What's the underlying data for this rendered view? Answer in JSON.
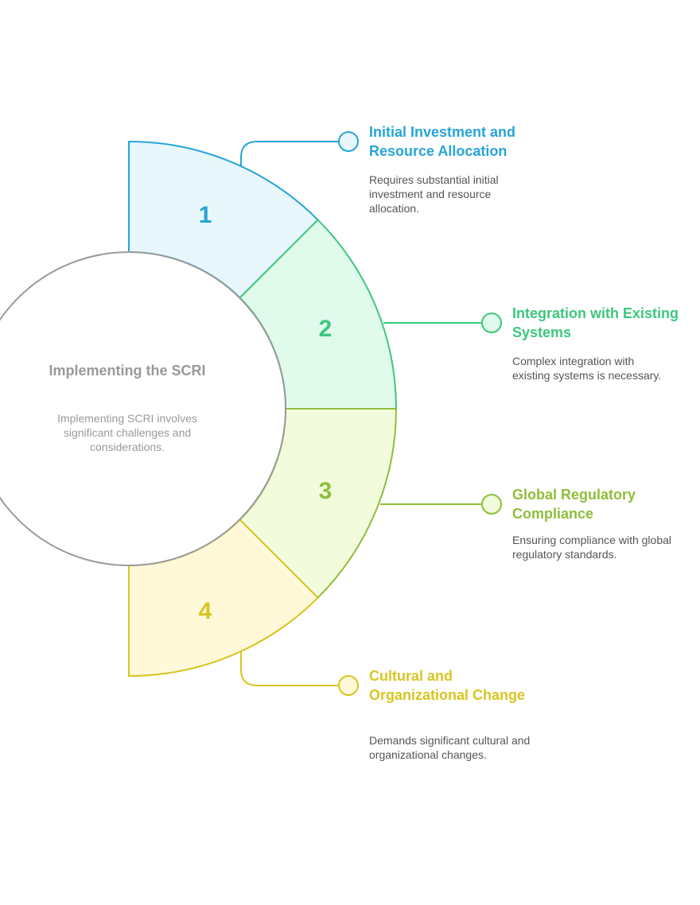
{
  "colors": {
    "step1": "#26a5d8",
    "step2": "#3cc77e",
    "step3": "#8fbe3a",
    "step4": "#d8c521",
    "center_stroke": "#9a9a9a"
  },
  "center": {
    "title": "Implementing the SCRI",
    "description": "Implementing SCRI involves significant challenges and considerations."
  },
  "steps": [
    {
      "number": "1",
      "title": "Initial Investment and Resource Allocation",
      "description": "Requires substantial initial investment and resource allocation."
    },
    {
      "number": "2",
      "title": "Integration with Existing Systems",
      "description": "Complex integration with existing systems is necessary."
    },
    {
      "number": "3",
      "title": "Global Regulatory Compliance",
      "description": "Ensuring compliance with global regulatory standards."
    },
    {
      "number": "4",
      "title": "Cultural and Organizational Change",
      "description": "Demands significant cultural and organizational changes."
    }
  ]
}
